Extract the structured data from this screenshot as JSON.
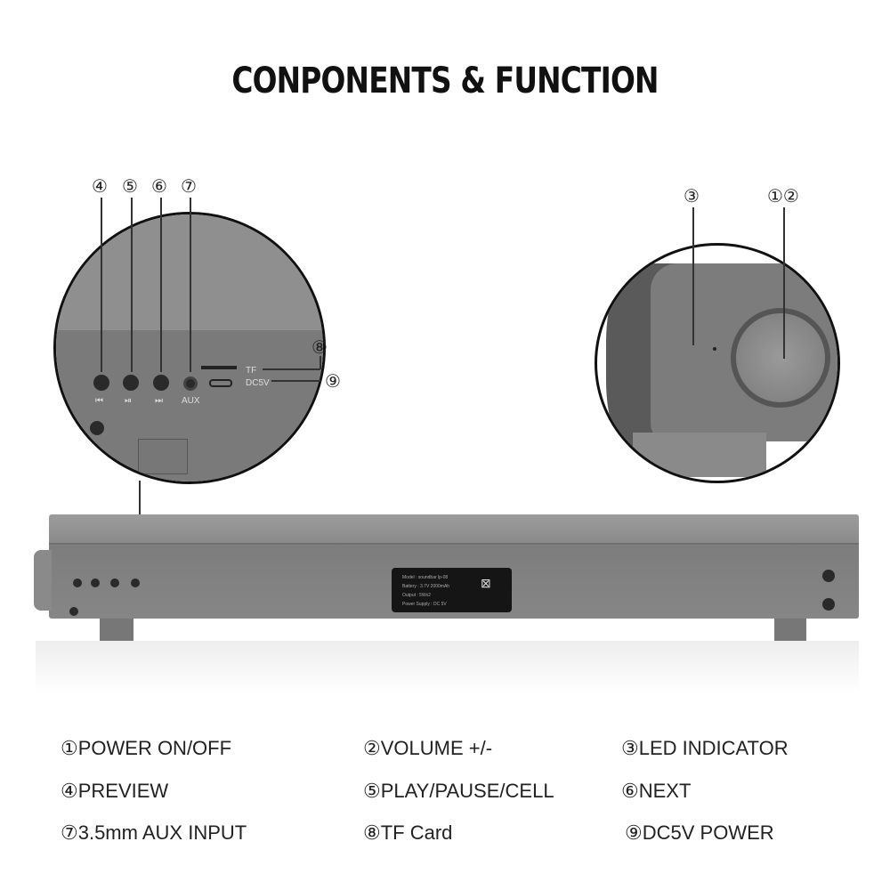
{
  "title": "CONPONENTS & FUNCTION",
  "callouts": {
    "c4": "④",
    "c5": "⑤",
    "c6": "⑥",
    "c7": "⑦",
    "c3": "③",
    "c12": "①②",
    "c8": "⑧",
    "c9": "⑨"
  },
  "panel": {
    "tf": "TF",
    "dc5v": "DC5V",
    "prev": "⏮",
    "play": "⏯",
    "next": "⏭",
    "aux": "AUX"
  },
  "plate": [
    "Model : soundbar lp-08",
    "Battery : 3.7V 2000mAh",
    "Output : 5Wx2",
    "Power Supply : DC 5V"
  ],
  "legend": [
    "①POWER ON/OFF",
    "②VOLUME +/-",
    "③LED INDICATOR",
    "④PREVIEW",
    "⑤PLAY/PAUSE/CELL",
    "⑥NEXT",
    "⑦3.5mm AUX INPUT",
    "⑧TF Card",
    "⑨DC5V POWER"
  ]
}
